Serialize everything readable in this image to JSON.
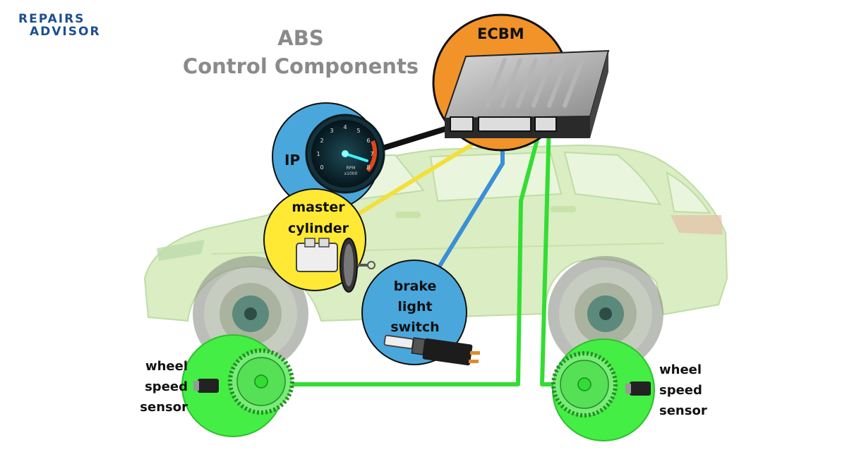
{
  "logo": {
    "line1": "REPAIRS",
    "line2": "ADVISOR",
    "color": "#1d4f8f"
  },
  "title": {
    "line1": "ABS",
    "line2": "Control Components"
  },
  "labels": {
    "ecbm": "ECBM",
    "ip": "IP",
    "master_cylinder": {
      "line1": "master",
      "line2": "cylinder"
    },
    "brake_light_switch": {
      "line1": "brake",
      "line2": "light",
      "line3": "switch"
    },
    "wheel_speed_sensor_left": {
      "line1": "wheel",
      "line2": "speed",
      "line3": "sensor"
    },
    "wheel_speed_sensor_right": {
      "line1": "wheel",
      "line2": "speed",
      "line3": "sensor"
    }
  },
  "gauge": {
    "ticks": [
      "0",
      "1",
      "2",
      "3",
      "4",
      "5",
      "6",
      "7",
      "8"
    ],
    "unit_line1": "RPM",
    "unit_line2": "x1000"
  },
  "colors": {
    "ecbm_circle": "#f2932a",
    "master_cylinder_circle": "#ffe934",
    "brake_light_switch_circle": "#4aa7dc",
    "ip_circle": "#4aa7dc",
    "wheel_sensor_circle": "#44ee44",
    "wire_ip": "#111111",
    "wire_master_cylinder": "#f2e03a",
    "wire_brake_light_switch": "#3b8fd6",
    "wire_wheel_speed": "#33dd33",
    "car_tint": "#cfe8b0"
  }
}
